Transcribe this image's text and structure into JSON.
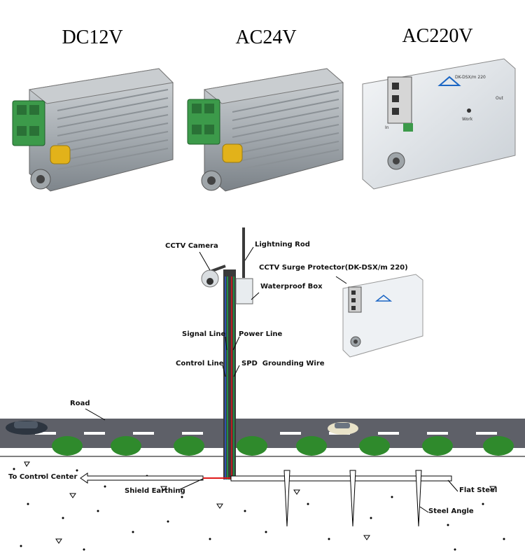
{
  "voltage_labels": [
    "DC12V",
    "AC24V",
    "AC220V"
  ],
  "product_side_labels": {
    "model_small": "DK-DSX/m 220",
    "tiny_in": "In",
    "tiny_out": "Out",
    "tiny_work": "Work"
  },
  "diagram_labels": {
    "cctv_camera": "CCTV Camera",
    "lightning_rod": "Lightning Rod",
    "surge_protector": "CCTV Surge Protector(DK-DSX/m 220)",
    "waterproof_box": "Waterproof Box",
    "signal_line": "Signal Line",
    "power_line": "Power Line",
    "control_line": "Control Line",
    "spd_grounding": "SPD  Grounding Wire",
    "road": "Road",
    "to_control_center": "To Control Center",
    "shield_earthing": "Shield Earthing",
    "flat_steel": "Flat Steel",
    "steel_angle": "Steel Angle"
  },
  "colors": {
    "road": "#5e6068",
    "lane_mark": "#ffffff",
    "tree": "#2f8a2c",
    "device_body": "#b9bec2",
    "terminal_green": "#3c9a4a",
    "wire_red": "#e11a1a",
    "wire_green": "#1aa84a",
    "wire_blue": "#2a5bd8"
  },
  "icons": [
    "surge-protector-dc12v-image",
    "surge-protector-ac24v-image",
    "surge-protector-ac220v-image",
    "cctv-camera-icon",
    "car-icon",
    "tree-icon"
  ]
}
